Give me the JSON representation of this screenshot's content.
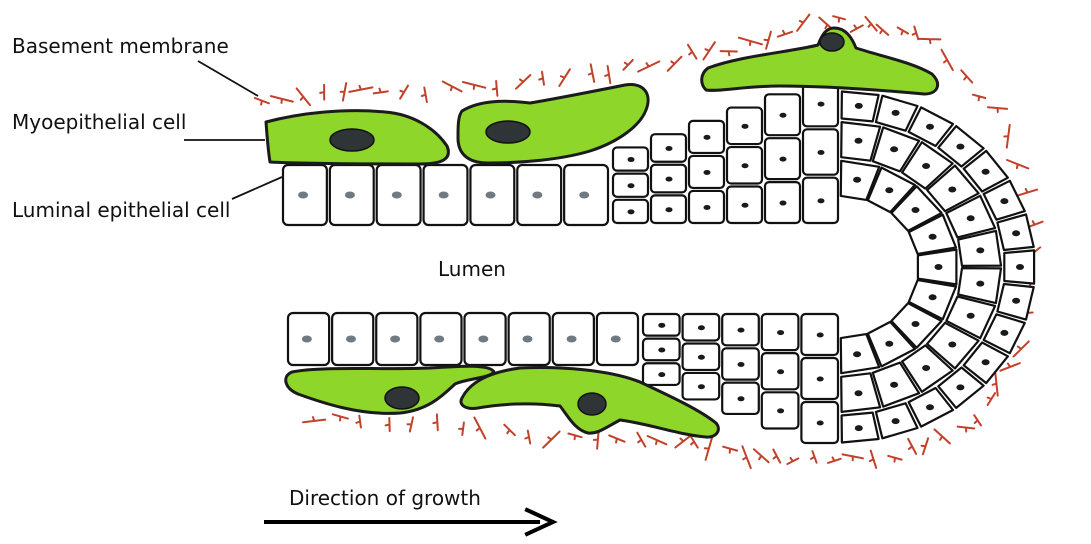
{
  "labels": {
    "basement_membrane": "Basement membrane",
    "myoepithelial_cell": "Myoepithelial cell",
    "luminal_epithelial_cell": "Luminal epithelial cell",
    "lumen": "Lumen",
    "direction": "Direction of growth"
  },
  "colors": {
    "myoepithelial": "#8fd62b",
    "basement_membrane": "#c2412b",
    "outline": "#111111",
    "background": "#ffffff"
  }
}
